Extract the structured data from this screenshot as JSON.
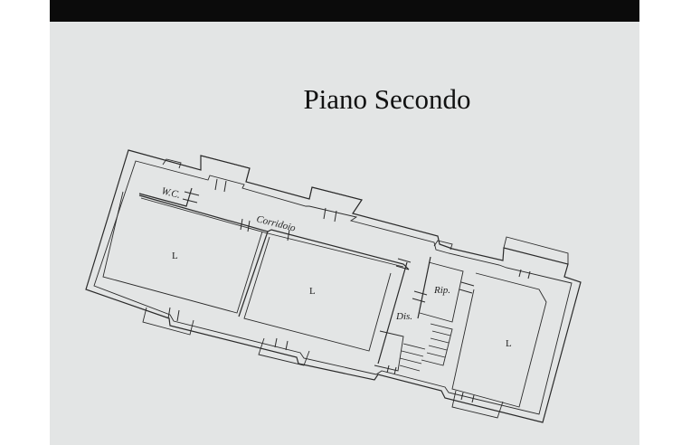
{
  "plan": {
    "title": "Piano Secondo",
    "rooms": {
      "wc": "W.C.",
      "corridoio": "Corridoio",
      "living_1": "L",
      "living_2": "L",
      "living_3": "L",
      "ripostiglio": "Rip.",
      "disimpegno": "Dis."
    }
  },
  "colors": {
    "screen_background": "#e3e5e5",
    "bezel": "#0b0b0b",
    "lines": "#2a2a2a"
  }
}
